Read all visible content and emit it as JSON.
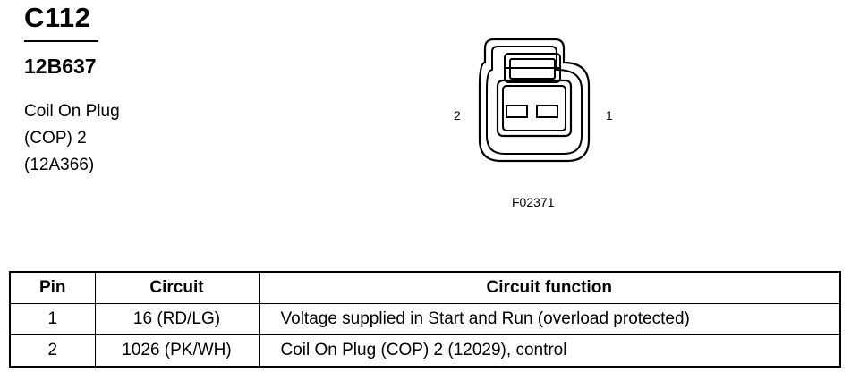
{
  "connector": {
    "id": "C112",
    "part_number": "12B637",
    "description_lines": [
      "Coil On Plug",
      "(COP) 2",
      "(12A366)"
    ]
  },
  "diagram": {
    "pin_left": "2",
    "pin_right": "1",
    "figure_code": "F02371"
  },
  "table": {
    "headers": [
      "Pin",
      "Circuit",
      "Circuit function"
    ],
    "rows": [
      {
        "pin": "1",
        "circuit": "16 (RD/LG)",
        "function": "Voltage supplied in Start and Run (overload protected)"
      },
      {
        "pin": "2",
        "circuit": "1026 (PK/WH)",
        "function": "Coil On Plug (COP) 2 (12029), control"
      }
    ]
  }
}
